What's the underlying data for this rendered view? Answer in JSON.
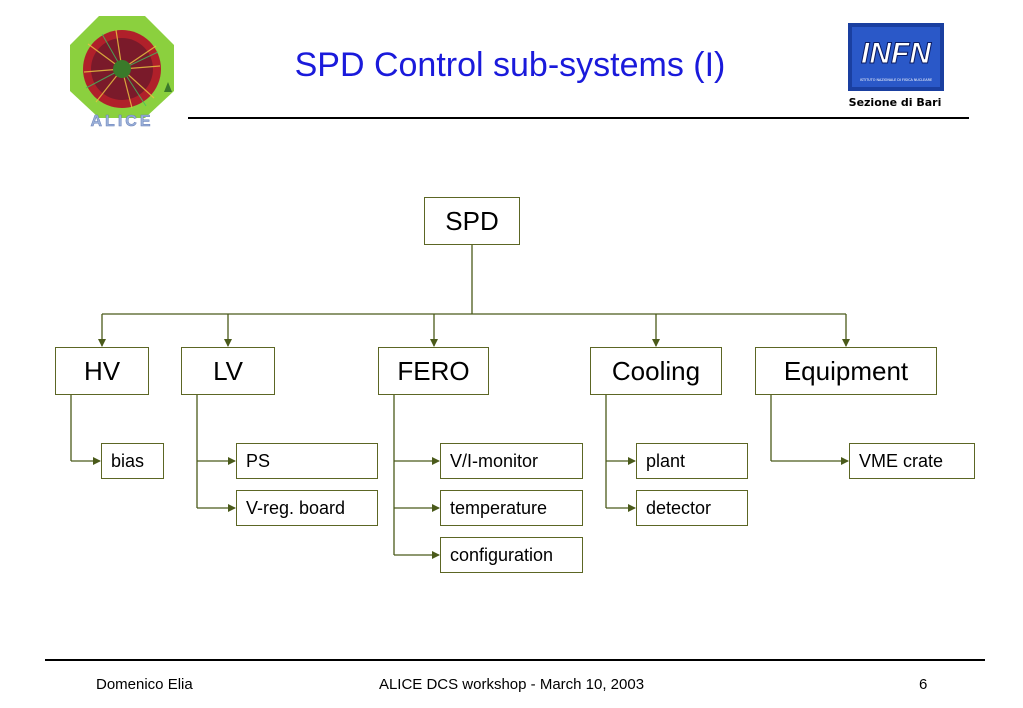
{
  "header": {
    "title": "SPD Control sub-systems (I)",
    "alice_logo_text": "ALICE",
    "infn_logo_text": "INFN",
    "infn_logo_subtext": "ISTITUTO NAZIONALE DI FISICA NUCLEARE",
    "infn_caption": "Sezione di Bari"
  },
  "colors": {
    "title": "#1a1adb",
    "connector": "#4a5a1a",
    "box_border": "#5c6624",
    "alice_green": "#8bd03e",
    "infn_blue": "#1a3fa0"
  },
  "diagram": {
    "root": "SPD",
    "subsystems": [
      {
        "label": "HV",
        "components": [
          "bias"
        ]
      },
      {
        "label": "LV",
        "components": [
          "PS",
          "V-reg. board"
        ]
      },
      {
        "label": "FERO",
        "components": [
          "V/I-monitor",
          "temperature",
          "configuration"
        ]
      },
      {
        "label": "Cooling",
        "components": [
          "plant",
          "detector"
        ]
      },
      {
        "label": "Equipment",
        "components": [
          "VME crate"
        ]
      }
    ]
  },
  "footer": {
    "author": "Domenico Elia",
    "event": "ALICE DCS workshop - March 10, 2003",
    "page": "6"
  }
}
